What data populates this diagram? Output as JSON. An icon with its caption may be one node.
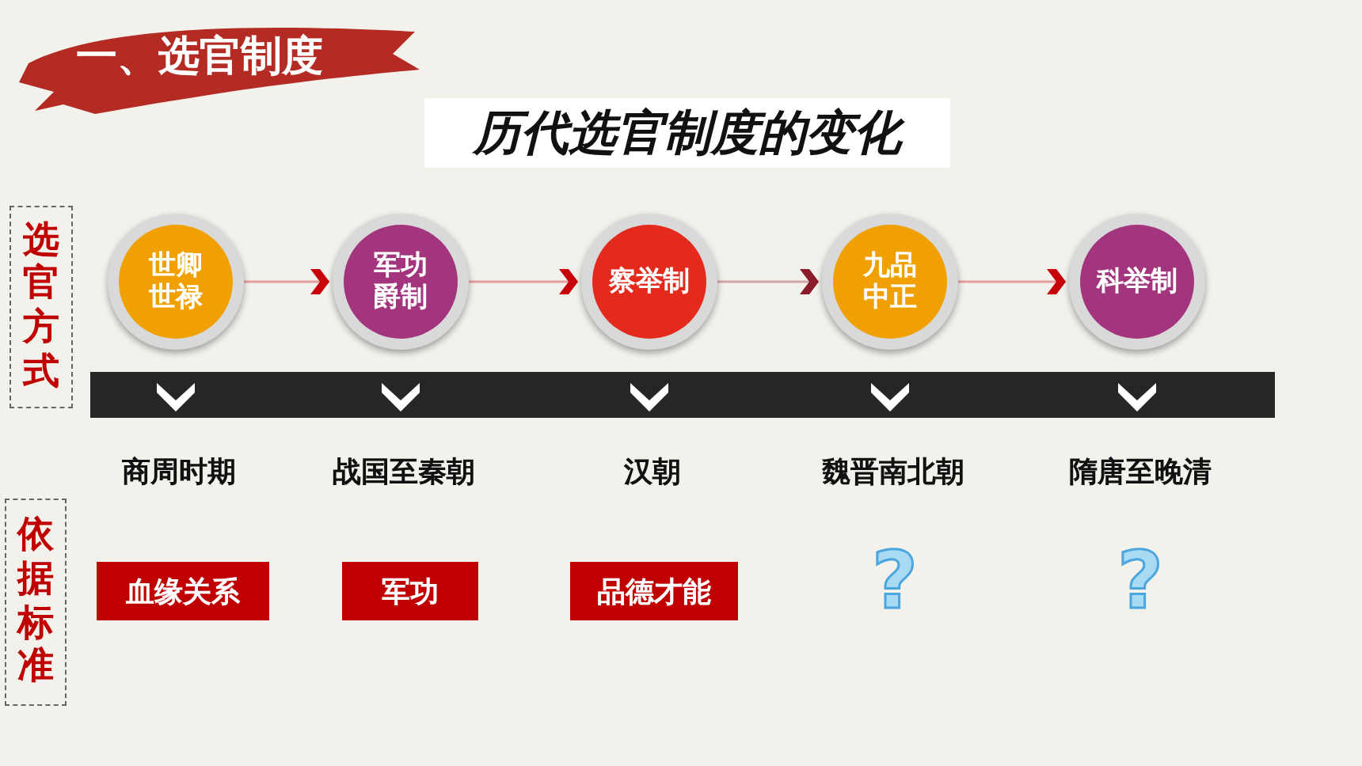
{
  "diagram": {
    "title": "一、选官制度",
    "nodes": [
      {
        "text": [
          "选官方式"
        ]
      },
      {
        "text": [
          "依据标准"
        ]
      },
      {
        "text": [
          "世卿世禄"
        ]
      },
      {
        "text": [
          "军功爵制"
        ]
      },
      {
        "text": [
          "察举制"
        ]
      },
      {
        "text": [
          "九品中正"
        ]
      },
      {
        "text": [
          "科举制"
        ]
      },
      {
        "text": [
          "血缘关系"
        ]
      },
      {
        "text": [
          "军功"
        ]
      },
      {
        "text": [
          "品德才能"
        ]
      }
    ],
    "edges": [
      {
        "from": 2,
        "to": 3,
        "arrow": "to"
      },
      {
        "from": 3,
        "to": 4,
        "arrow": "to"
      },
      {
        "from": 4,
        "to": 5,
        "arrow": "to",
        "color": "#8b1a2a"
      },
      {
        "from": 5,
        "to": 6,
        "arrow": "to"
      }
    ],
    "labels": [
      "历代选官制度的变化",
      "商周时期",
      "战国至秦朝",
      "汉朝",
      "魏晋南北朝",
      "隋唐至晚清",
      "?",
      "?"
    ]
  }
}
